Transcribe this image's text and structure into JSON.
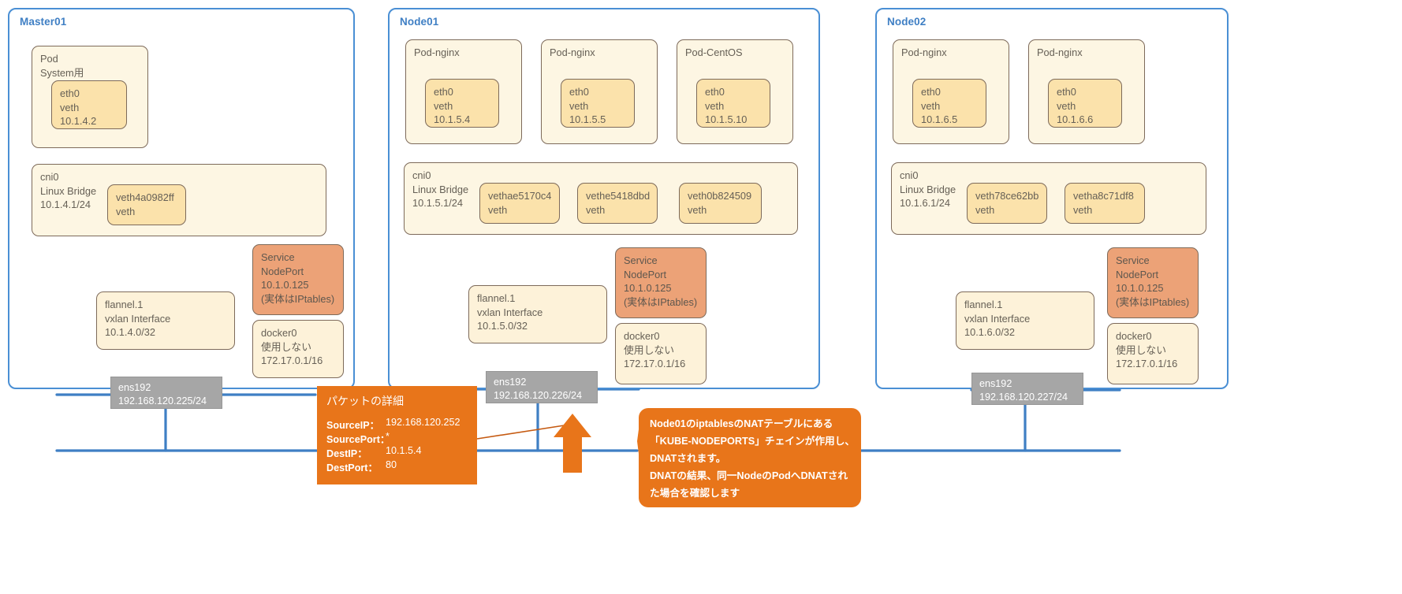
{
  "diagram": {
    "title": "Kubernetes NodePort DNAT packet flow",
    "colors": {
      "node_border": "#4a8fd4",
      "node_title": "#3f7fc4",
      "box_fill": "#fdf2d9",
      "box_fill_deep": "#fbe2ab",
      "box_fill_pale": "#fdf6e3",
      "box_border": "#7d6a5a",
      "service_orange": "#eca277",
      "callout_orange": "#e8751a",
      "nic_gray": "#a6a6a6",
      "link_blue": "#3f7fc4",
      "pointer_line": "#c55a11"
    }
  },
  "nodes": [
    {
      "id": "master01",
      "title": "Master01",
      "pods": [
        {
          "name": "Pod",
          "name2": "System用",
          "iface": {
            "dev": "eth0",
            "kind": "veth",
            "ip": "10.1.4.2"
          }
        }
      ],
      "bridge": {
        "dev": "cni0",
        "kind": "Linux Bridge",
        "ip": "10.1.4.1/24",
        "veths": [
          {
            "name": "veth4a0982ff",
            "kind": "veth"
          }
        ]
      },
      "flannel": {
        "dev": "flannel.1",
        "kind": "vxlan Interface",
        "ip": "10.1.4.0/32"
      },
      "service": {
        "l1": "Service",
        "l2": "NodePort",
        "l3": "10.1.0.125",
        "l4": "(実体はIPtables)"
      },
      "docker0": {
        "l1": "docker0",
        "l2": "使用しない",
        "l3": "172.17.0.1/16"
      },
      "nic": {
        "dev": "ens192",
        "ip": "192.168.120.225/24"
      }
    },
    {
      "id": "node01",
      "title": "Node01",
      "pods": [
        {
          "name": "Pod-nginx",
          "name2": "",
          "iface": {
            "dev": "eth0",
            "kind": "veth",
            "ip": "10.1.5.4"
          }
        },
        {
          "name": "Pod-nginx",
          "name2": "",
          "iface": {
            "dev": "eth0",
            "kind": "veth",
            "ip": "10.1.5.5"
          }
        },
        {
          "name": "Pod-CentOS",
          "name2": "",
          "iface": {
            "dev": "eth0",
            "kind": "veth",
            "ip": "10.1.5.10"
          }
        }
      ],
      "bridge": {
        "dev": "cni0",
        "kind": "Linux Bridge",
        "ip": "10.1.5.1/24",
        "veths": [
          {
            "name": "vethae5170c4",
            "kind": "veth"
          },
          {
            "name": "vethe5418dbd",
            "kind": "veth"
          },
          {
            "name": "veth0b824509",
            "kind": "veth"
          }
        ]
      },
      "flannel": {
        "dev": "flannel.1",
        "kind": "vxlan Interface",
        "ip": "10.1.5.0/32"
      },
      "service": {
        "l1": "Service",
        "l2": "NodePort",
        "l3": "10.1.0.125",
        "l4": "(実体はIPtables)"
      },
      "docker0": {
        "l1": "docker0",
        "l2": "使用しない",
        "l3": "172.17.0.1/16"
      },
      "nic": {
        "dev": "ens192",
        "ip": "192.168.120.226/24"
      }
    },
    {
      "id": "node02",
      "title": "Node02",
      "pods": [
        {
          "name": "Pod-nginx",
          "name2": "",
          "iface": {
            "dev": "eth0",
            "kind": "veth",
            "ip": "10.1.6.5"
          }
        },
        {
          "name": "Pod-nginx",
          "name2": "",
          "iface": {
            "dev": "eth0",
            "kind": "veth",
            "ip": "10.1.6.6"
          }
        }
      ],
      "bridge": {
        "dev": "cni0",
        "kind": "Linux Bridge",
        "ip": "10.1.6.1/24",
        "veths": [
          {
            "name": "veth78ce62bb",
            "kind": "veth"
          },
          {
            "name": "vetha8c71df8",
            "kind": "veth"
          }
        ]
      },
      "flannel": {
        "dev": "flannel.1",
        "kind": "vxlan Interface",
        "ip": "10.1.6.0/32"
      },
      "service": {
        "l1": "Service",
        "l2": "NodePort",
        "l3": "10.1.0.125",
        "l4": "(実体はIPtables)"
      },
      "docker0": {
        "l1": "docker0",
        "l2": "使用しない",
        "l3": "172.17.0.1/16"
      },
      "nic": {
        "dev": "ens192",
        "ip": "192.168.120.227/24"
      }
    }
  ],
  "packet_detail": {
    "title": "パケットの詳細",
    "rows": [
      {
        "label": "SourceIP：",
        "value": "192.168.120.252"
      },
      {
        "label": "SourcePort：",
        "value": "*"
      },
      {
        "label": "DestIP：",
        "value": "10.1.5.4"
      },
      {
        "label": "DestPort：",
        "value": "80"
      }
    ]
  },
  "callout": {
    "lines": [
      "Node01のiptablesのNATテーブルにある",
      "「KUBE-NODEPORTS」チェインが作用し、",
      "DNATされます。",
      "DNATの結果、同一NodeのPodへDNATされ",
      "た場合を確認します"
    ]
  }
}
